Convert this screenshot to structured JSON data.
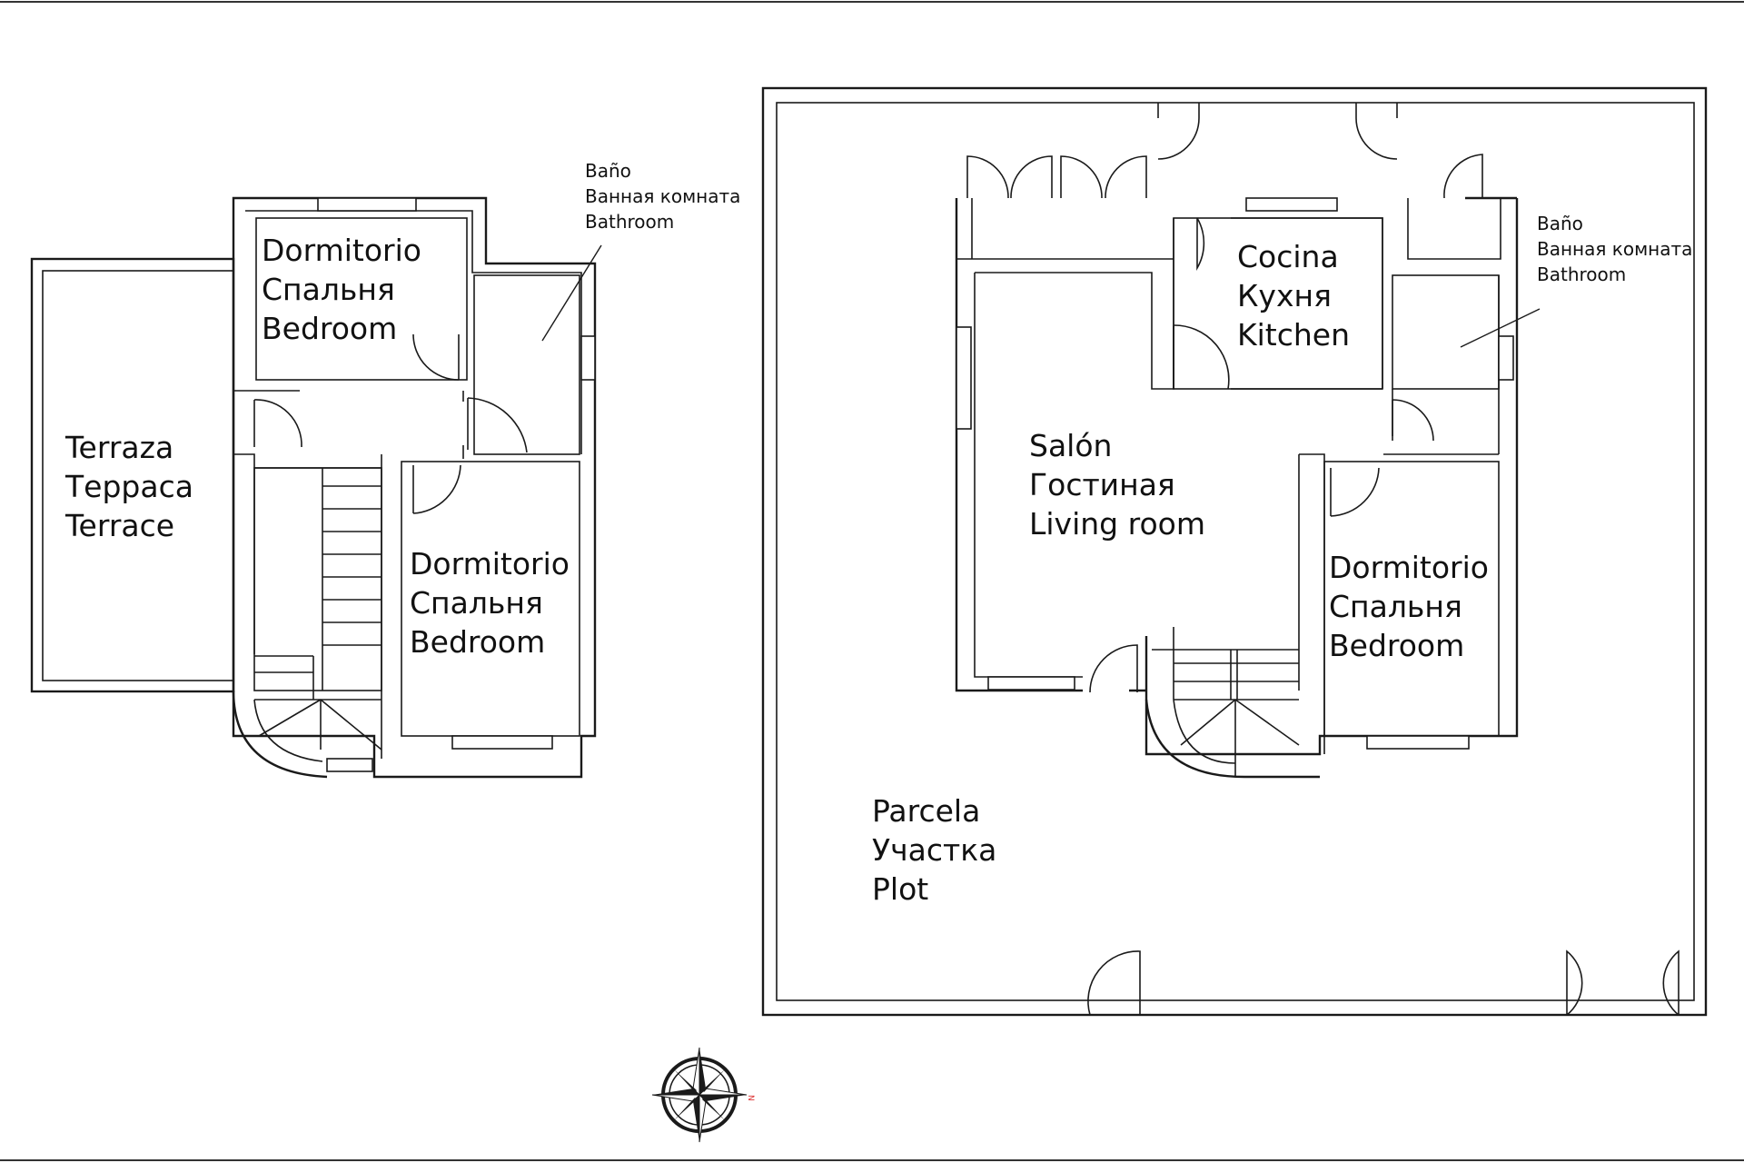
{
  "diagram": {
    "upper_floor": {
      "terrace": [
        "Terraza",
        "Терраса",
        "Terrace"
      ],
      "bedroom_top": [
        "Dormitorio",
        "Спальня",
        "Bedroom"
      ],
      "bedroom_bottom": [
        "Dormitorio",
        "Спальня",
        "Bedroom"
      ],
      "bathroom": [
        "Baño",
        "Ванная комната",
        "Bathroom"
      ]
    },
    "ground_floor": {
      "kitchen": [
        "Cocina",
        "Кухня",
        "Kitchen"
      ],
      "living_room": [
        "Salón",
        "Гостиная",
        "Living room"
      ],
      "bedroom": [
        "Dormitorio",
        "Спальня",
        "Bedroom"
      ],
      "bathroom": [
        "Baño",
        "Ванная комната",
        "Bathroom"
      ],
      "plot": [
        "Parcela",
        "Участка",
        "Plot"
      ]
    },
    "compass": {
      "direction_letter": "N",
      "icon": "compass-rose-icon"
    }
  }
}
